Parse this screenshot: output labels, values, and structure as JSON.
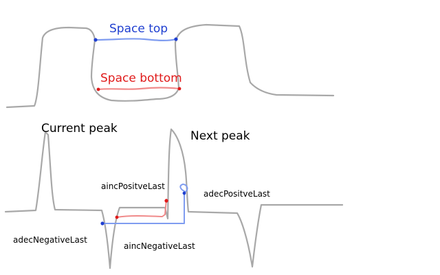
{
  "labels": {
    "space_top": "Space top",
    "space_bottom": "Space bottom",
    "current_peak": "Current peak",
    "next_peak": "Next peak",
    "ainc_positive_last": "aincPositveLast",
    "adec_positive_last": "adecPositveLast",
    "adec_negative_last": "adecNegativeLast",
    "ainc_negative_last": "aincNegativeLast"
  },
  "colors": {
    "signal": "#a8a8a8",
    "blue": "#1f3fd0",
    "red": "#e01a1a",
    "blue_stroke": "#7f9cf0",
    "red_stroke": "#f08a8a"
  }
}
